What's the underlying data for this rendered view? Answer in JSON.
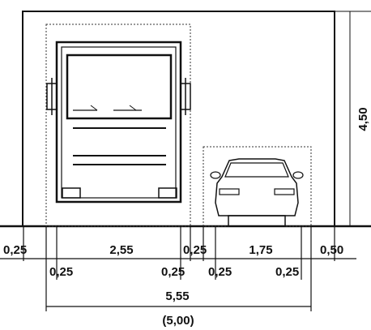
{
  "dimensions": {
    "height": "4,50",
    "top_row": {
      "left_margin": "0,25",
      "bus_width": "2,55",
      "gap_clearance": "0,25",
      "car_width": "1,75",
      "right_margin": "0,50"
    },
    "bottom_row": {
      "bus_left": "0,25",
      "bus_right": "0,25",
      "car_left": "0,25",
      "car_right": "0,25"
    },
    "total_width": "5,55",
    "total_width_alt": "(5,00)"
  }
}
